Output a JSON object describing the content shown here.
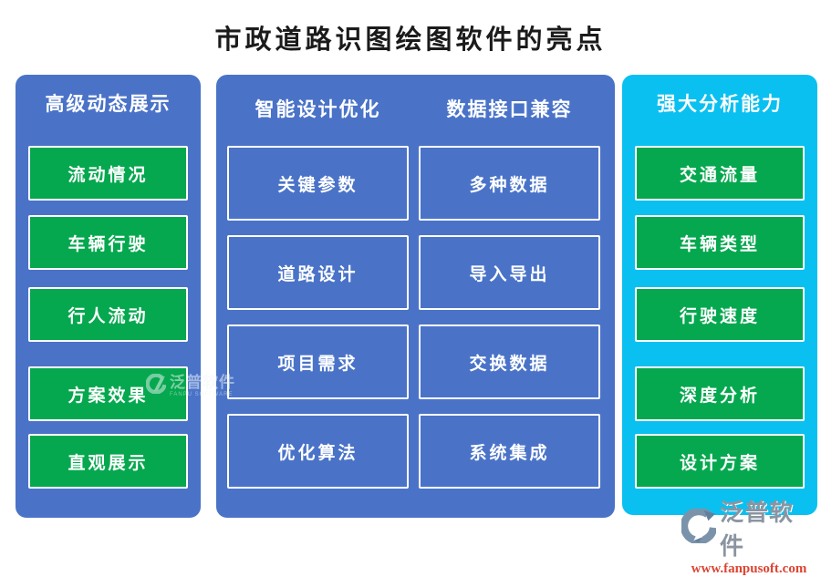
{
  "title": "市政道路识图绘图软件的亮点",
  "panels": {
    "left": {
      "header": "高级动态展示",
      "items": [
        "流动情况",
        "车辆行驶",
        "行人流动",
        "方案效果",
        "直观展示"
      ]
    },
    "middle": {
      "columns": [
        {
          "header": "智能设计优化",
          "items": [
            "关键参数",
            "道路设计",
            "项目需求",
            "优化算法"
          ]
        },
        {
          "header": "数据接口兼容",
          "items": [
            "多种数据",
            "导入导出",
            "交换数据",
            "系统集成"
          ]
        }
      ]
    },
    "right": {
      "header": "强大分析能力",
      "items": [
        "交通流量",
        "车辆类型",
        "行驶速度",
        "深度分析",
        "设计方案"
      ]
    }
  },
  "branding": {
    "logo_text": "泛普软件",
    "website": "www.fanpusoft.com",
    "watermark_text": "泛普软件",
    "watermark_sub": "FANPU SOFTWARE"
  },
  "colors": {
    "panel_blue": "#4a73c8",
    "panel_cyan": "#0ac0f0",
    "item_green": "#05a84e",
    "title_color": "#1b1b1b",
    "logo_text_color": "#8b95a1",
    "url_color": "#dd4433"
  }
}
